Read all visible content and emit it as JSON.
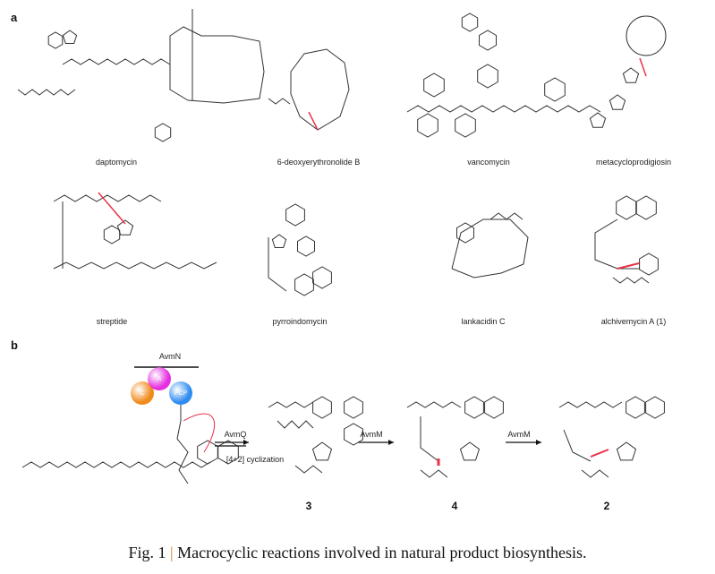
{
  "panels": {
    "a": "a",
    "b": "b"
  },
  "panel_a": {
    "compounds": [
      "daptomycin",
      "6-deoxyerythronolide B",
      "vancomycin",
      "metacycloprodigiosin",
      "streptide",
      "pyrroindomycin",
      "lankacidin C",
      "alchivemycin A (1)"
    ]
  },
  "panel_b": {
    "enzyme_complex": "AvmN",
    "domains": [
      {
        "label": "C",
        "color": "#f08a1c"
      },
      {
        "label": "A",
        "color": "#e62ee0"
      },
      {
        "label": "PCP",
        "color": "#2f8cf0"
      }
    ],
    "step1_enzyme": "AvmQ",
    "step1_note": "[4+2] cyclization",
    "step2_enzyme": "AvmM",
    "step3_enzyme": "AvmM",
    "compound_numbers": [
      "3",
      "4",
      "2"
    ]
  },
  "caption": {
    "prefix": "Fig. 1",
    "separator": "|",
    "text": "Macrocyclic reactions involved in natural product biosynthesis."
  },
  "colors": {
    "bond": "#333333",
    "highlight": "#e8324a"
  }
}
